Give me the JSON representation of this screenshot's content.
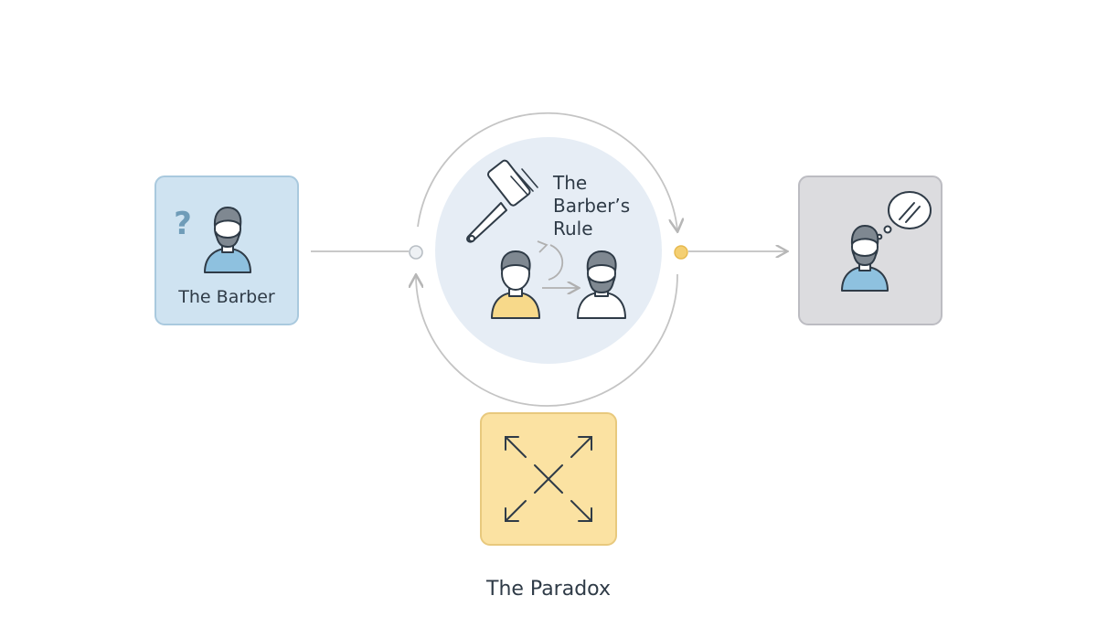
{
  "nodes": {
    "barber": {
      "label": "The Barber",
      "question_mark": "?",
      "fill": "#cfe3f1",
      "stroke": "#a9c9de"
    },
    "rule": {
      "title_line1": "The",
      "title_line2": "Barber’s",
      "title_line3": "Rule",
      "fill": "#e6edf5"
    },
    "thinker": {
      "fill": "#dcdcdf",
      "stroke": "#bcbcc2"
    },
    "paradox": {
      "label": "The Paradox",
      "fill": "#fbe2a2",
      "stroke": "#e8c97d"
    }
  },
  "icons": {
    "barber_person": "bearded-person-icon",
    "razor": "razor-icon",
    "shaved_person": "clean-shaven-person-icon",
    "bearded_person": "bearded-person-icon",
    "thought_bubble": "thought-bubble-icon",
    "arrows": "expand-arrows-x-icon"
  },
  "colors": {
    "line": "#b7b7b7",
    "ink": "#2f3b47",
    "blue_person": "#8ec1df",
    "yellow_person": "#f7d98a",
    "hair": "#7f8891",
    "skin": "#ffffff",
    "accent_dot": "#f4cf72"
  }
}
